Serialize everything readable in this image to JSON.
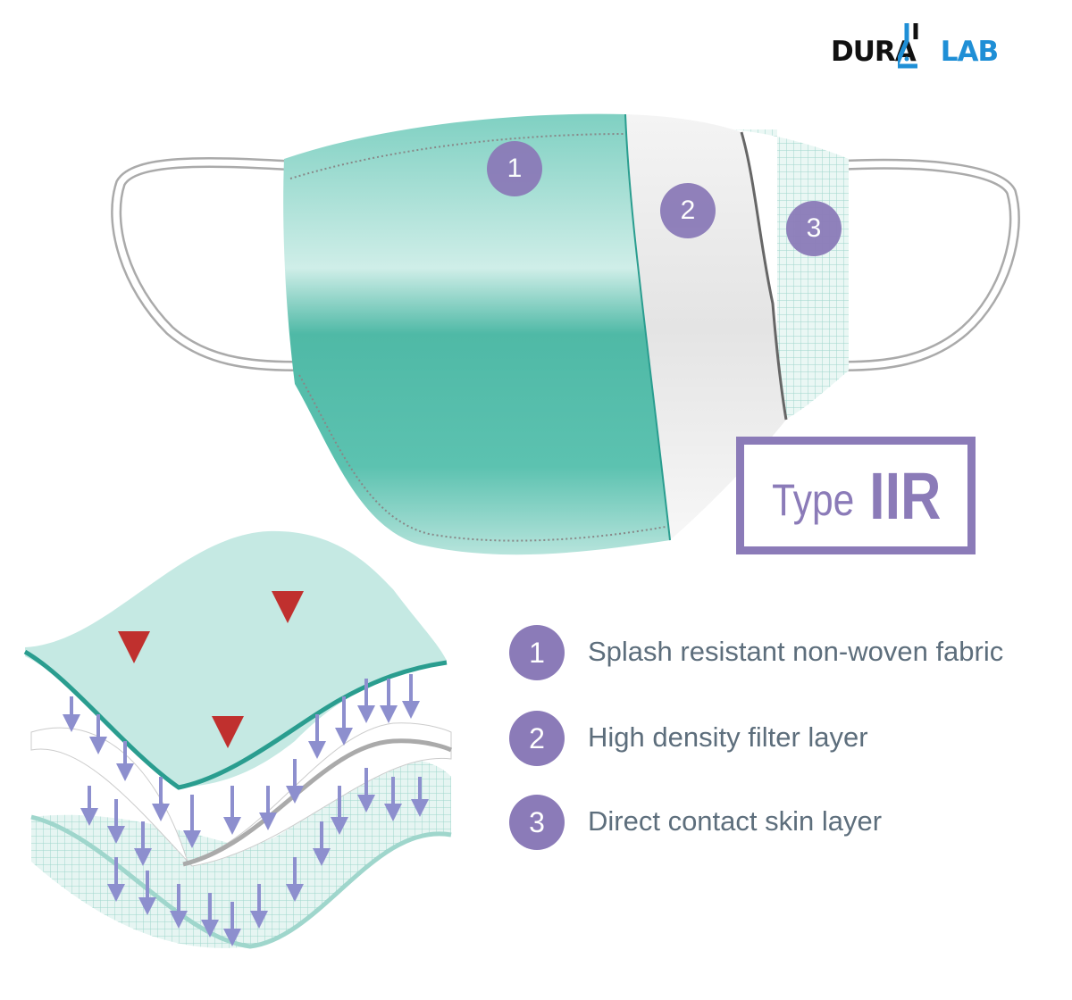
{
  "logo": {
    "left": "DURA",
    "right": "LAB"
  },
  "badge": {
    "prefix": "Type",
    "grade": "IIR"
  },
  "mask_markers": [
    "1",
    "2",
    "3"
  ],
  "legend": [
    {
      "num": "1",
      "label": "Splash resistant non-woven fabric"
    },
    {
      "num": "2",
      "label": "High density filter layer"
    },
    {
      "num": "3",
      "label": "Direct contact skin layer"
    }
  ],
  "colors": {
    "accent": "#8b7bb8",
    "teal": "#5cc2b0",
    "arrow_red": "#c0302e",
    "arrow_blue": "#8d8fce"
  }
}
